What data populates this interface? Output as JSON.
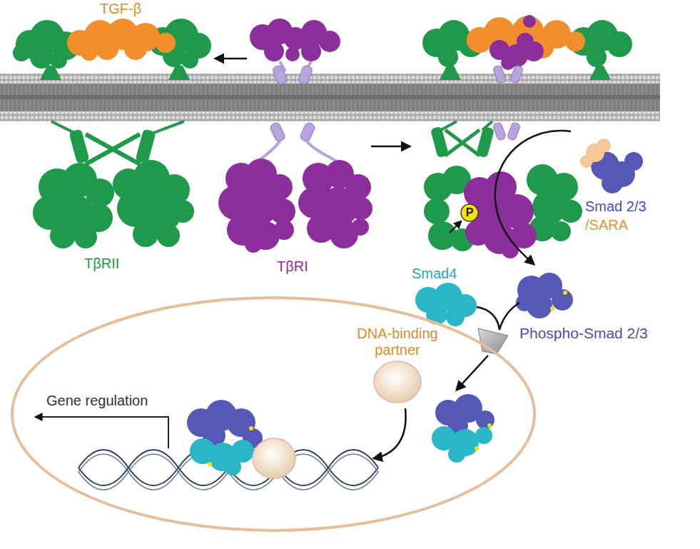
{
  "diagram": {
    "nodes": [
      {
        "text": [
          "P"
        ]
      },
      {
        "text": [
          "Gene regulation"
        ]
      },
      {
        "text": [
          "DNA-binding partner"
        ],
        "in": 1
      }
    ],
    "labels": [
      "TGF-β",
      "TβRII",
      "TβRI",
      "Smad 2/3",
      "/SARA",
      "Smad4",
      "Phospho-Smad 2/3"
    ]
  }
}
